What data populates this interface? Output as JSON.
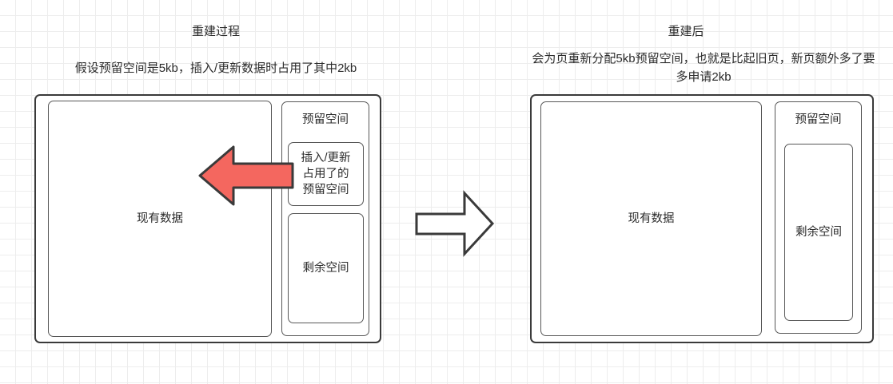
{
  "diagram": {
    "type": "flow-comparison",
    "background": "graph-paper-grid",
    "grid_color": "#ededed",
    "grid_major_color": "#e3e3e3",
    "stroke_color": "#3a3a3a",
    "accent_color": "#f4675f"
  },
  "left_panel": {
    "title": "重建过程",
    "caption": "假设预留空间是5kb，插入/更新数据时占用了其中2kb",
    "page_box": {
      "data_box_label": "现有数据",
      "reserved_box_label": "预留空间",
      "used_box_label": "插入/更新\n占用了的\n预留空间",
      "used_box_lines": [
        "插入/更新",
        "占用了的",
        "预留空间"
      ],
      "free_box_label": "剩余空间"
    }
  },
  "middle": {
    "arrow_name": "rebuild-transition-arrow",
    "arrow_direction": "right",
    "arrow_fill": "#ffffff",
    "arrow_stroke": "#3a3a3a"
  },
  "left_callout_arrow": {
    "direction": "left",
    "fill": "#f4675f",
    "stroke": "#3a3a3a"
  },
  "right_panel": {
    "title": "重建后",
    "caption": "会为页重新分配5kb预留空间，也就是比起旧页，新页额外多了要多申请2kb",
    "page_box": {
      "data_box_label": "现有数据",
      "reserved_box_label": "预留空间",
      "free_box_label": "剩余空间"
    }
  },
  "annotations": {
    "reserved_size": "5kb",
    "used_size": "2kb",
    "extra_request": "2kb"
  }
}
